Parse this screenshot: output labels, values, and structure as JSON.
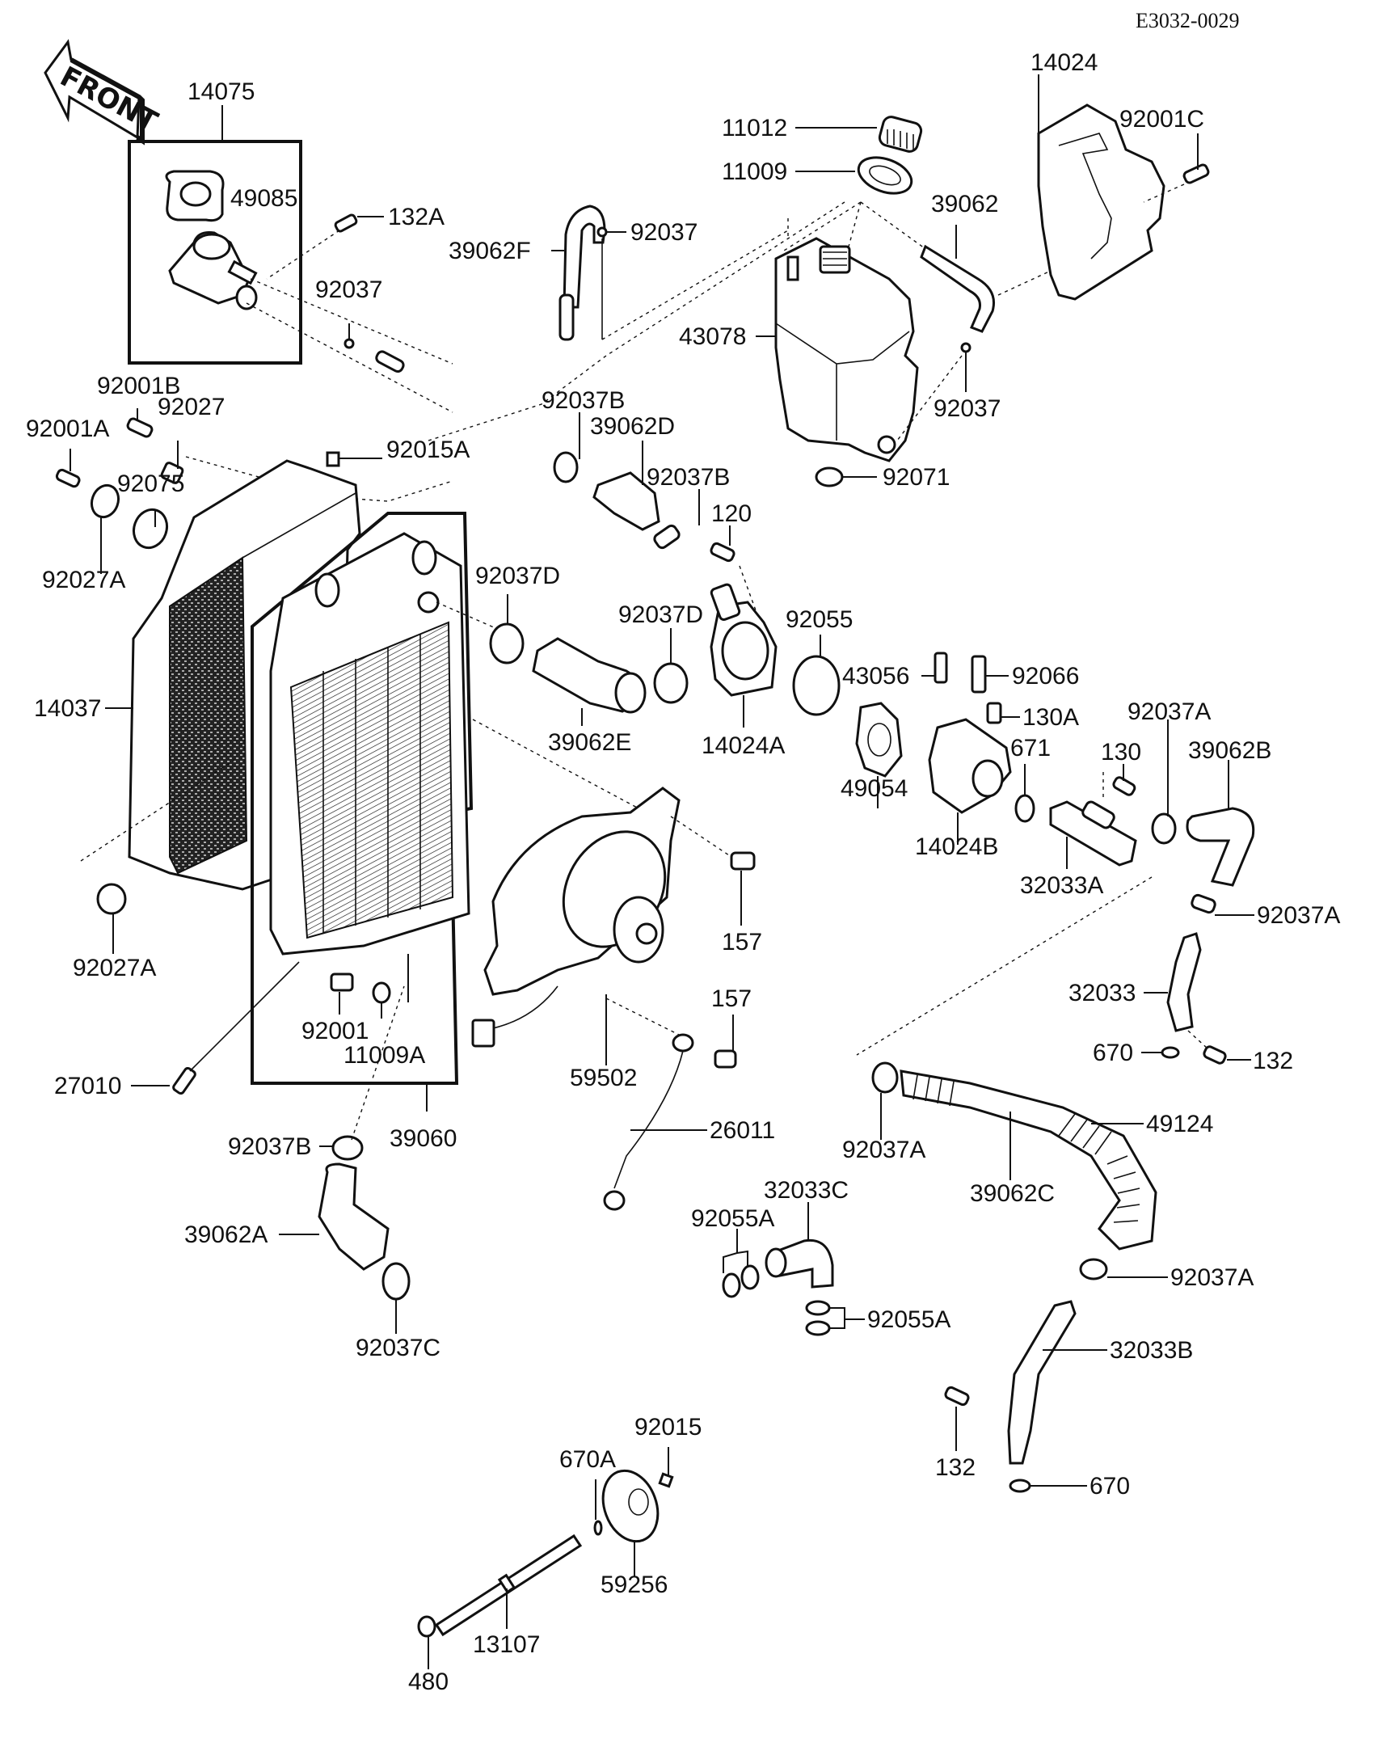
{
  "diagram": {
    "code": "E3032-0029",
    "direction_label": "FRONT",
    "parts": [
      {
        "id": "14075",
        "label": "14075"
      },
      {
        "id": "49085",
        "label": "49085"
      },
      {
        "id": "132A",
        "label": "132A"
      },
      {
        "id": "92037_a",
        "label": "92037"
      },
      {
        "id": "39062F",
        "label": "39062F"
      },
      {
        "id": "92037_b",
        "label": "92037"
      },
      {
        "id": "11012",
        "label": "11012"
      },
      {
        "id": "11009",
        "label": "11009"
      },
      {
        "id": "43078",
        "label": "43078"
      },
      {
        "id": "39062",
        "label": "39062"
      },
      {
        "id": "14024",
        "label": "14024"
      },
      {
        "id": "92001C",
        "label": "92001C"
      },
      {
        "id": "92037_c",
        "label": "92037"
      },
      {
        "id": "92071",
        "label": "92071"
      },
      {
        "id": "92001B",
        "label": "92001B"
      },
      {
        "id": "92027",
        "label": "92027"
      },
      {
        "id": "92001A",
        "label": "92001A"
      },
      {
        "id": "92015A",
        "label": "92015A"
      },
      {
        "id": "92075",
        "label": "92075"
      },
      {
        "id": "92027A_top",
        "label": "92027A"
      },
      {
        "id": "92037B_top",
        "label": "92037B"
      },
      {
        "id": "39062D",
        "label": "39062D"
      },
      {
        "id": "92037B_mid",
        "label": "92037B"
      },
      {
        "id": "120",
        "label": "120"
      },
      {
        "id": "92037D_a",
        "label": "92037D"
      },
      {
        "id": "92037D_b",
        "label": "92037D"
      },
      {
        "id": "92055",
        "label": "92055"
      },
      {
        "id": "14037",
        "label": "14037"
      },
      {
        "id": "39062E",
        "label": "39062E"
      },
      {
        "id": "14024A",
        "label": "14024A"
      },
      {
        "id": "43056",
        "label": "43056"
      },
      {
        "id": "92066",
        "label": "92066"
      },
      {
        "id": "130A",
        "label": "130A"
      },
      {
        "id": "92037A_a",
        "label": "92037A"
      },
      {
        "id": "49054",
        "label": "49054"
      },
      {
        "id": "671",
        "label": "671"
      },
      {
        "id": "130",
        "label": "130"
      },
      {
        "id": "39062B",
        "label": "39062B"
      },
      {
        "id": "14024B",
        "label": "14024B"
      },
      {
        "id": "32033A",
        "label": "32033A"
      },
      {
        "id": "157_a",
        "label": "157"
      },
      {
        "id": "92037A_b",
        "label": "92037A"
      },
      {
        "id": "92027A_bot",
        "label": "92027A"
      },
      {
        "id": "92001",
        "label": "92001"
      },
      {
        "id": "11009A",
        "label": "11009A"
      },
      {
        "id": "157_b",
        "label": "157"
      },
      {
        "id": "32033",
        "label": "32033"
      },
      {
        "id": "670_a",
        "label": "670"
      },
      {
        "id": "132_a",
        "label": "132"
      },
      {
        "id": "27010",
        "label": "27010"
      },
      {
        "id": "59502",
        "label": "59502"
      },
      {
        "id": "39060",
        "label": "39060"
      },
      {
        "id": "26011",
        "label": "26011"
      },
      {
        "id": "92037A_c",
        "label": "92037A"
      },
      {
        "id": "49124",
        "label": "49124"
      },
      {
        "id": "92037B_bot",
        "label": "92037B"
      },
      {
        "id": "39062C",
        "label": "39062C"
      },
      {
        "id": "32033C",
        "label": "32033C"
      },
      {
        "id": "92055A_a",
        "label": "92055A"
      },
      {
        "id": "39062A",
        "label": "39062A"
      },
      {
        "id": "92037A_d",
        "label": "92037A"
      },
      {
        "id": "92055A_b",
        "label": "92055A"
      },
      {
        "id": "92037C",
        "label": "92037C"
      },
      {
        "id": "32033B",
        "label": "32033B"
      },
      {
        "id": "132_b",
        "label": "132"
      },
      {
        "id": "92015",
        "label": "92015"
      },
      {
        "id": "670A",
        "label": "670A"
      },
      {
        "id": "670_b",
        "label": "670"
      },
      {
        "id": "59256",
        "label": "59256"
      },
      {
        "id": "13107",
        "label": "13107"
      },
      {
        "id": "480",
        "label": "480"
      }
    ]
  }
}
